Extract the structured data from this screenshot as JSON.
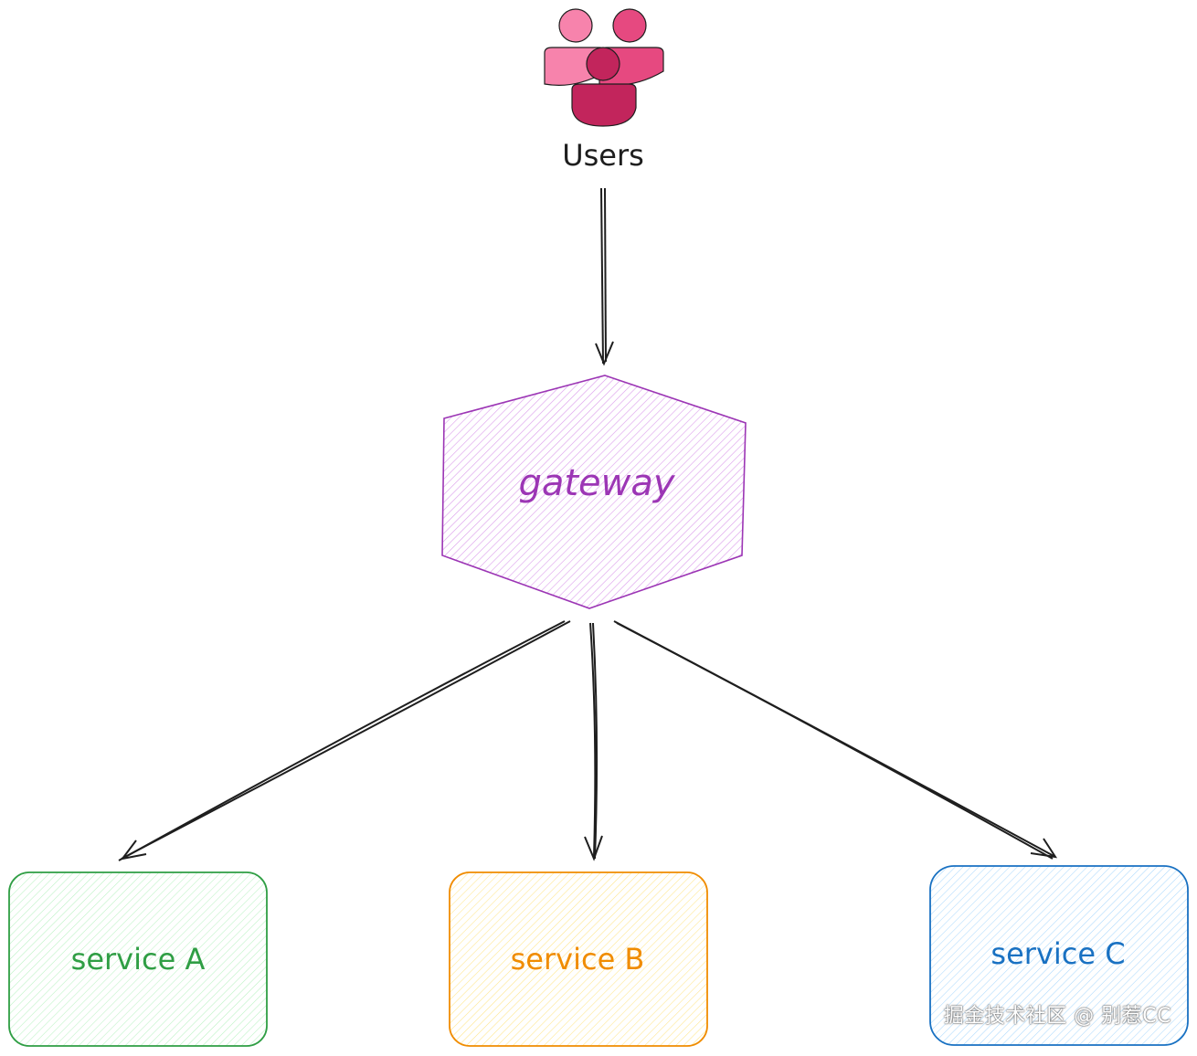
{
  "users": {
    "label": "Users",
    "color": "#c2255c",
    "icon": "users-group-icon"
  },
  "gateway": {
    "label": "gateway",
    "stroke": "#9c36b5",
    "fill": "#be4bdb"
  },
  "services": [
    {
      "label": "service A",
      "stroke": "#2f9e44",
      "fill": "#b2f2bb"
    },
    {
      "label": "service B",
      "stroke": "#f08c00",
      "fill": "#ffec99"
    },
    {
      "label": "service C",
      "stroke": "#1971c2",
      "fill": "#a5d8ff"
    }
  ],
  "edges": [
    {
      "from": "Users",
      "to": "gateway"
    },
    {
      "from": "gateway",
      "to": "service A"
    },
    {
      "from": "gateway",
      "to": "service B"
    },
    {
      "from": "gateway",
      "to": "service C"
    }
  ],
  "watermark": "掘金技术社区 @ 别惹CC"
}
